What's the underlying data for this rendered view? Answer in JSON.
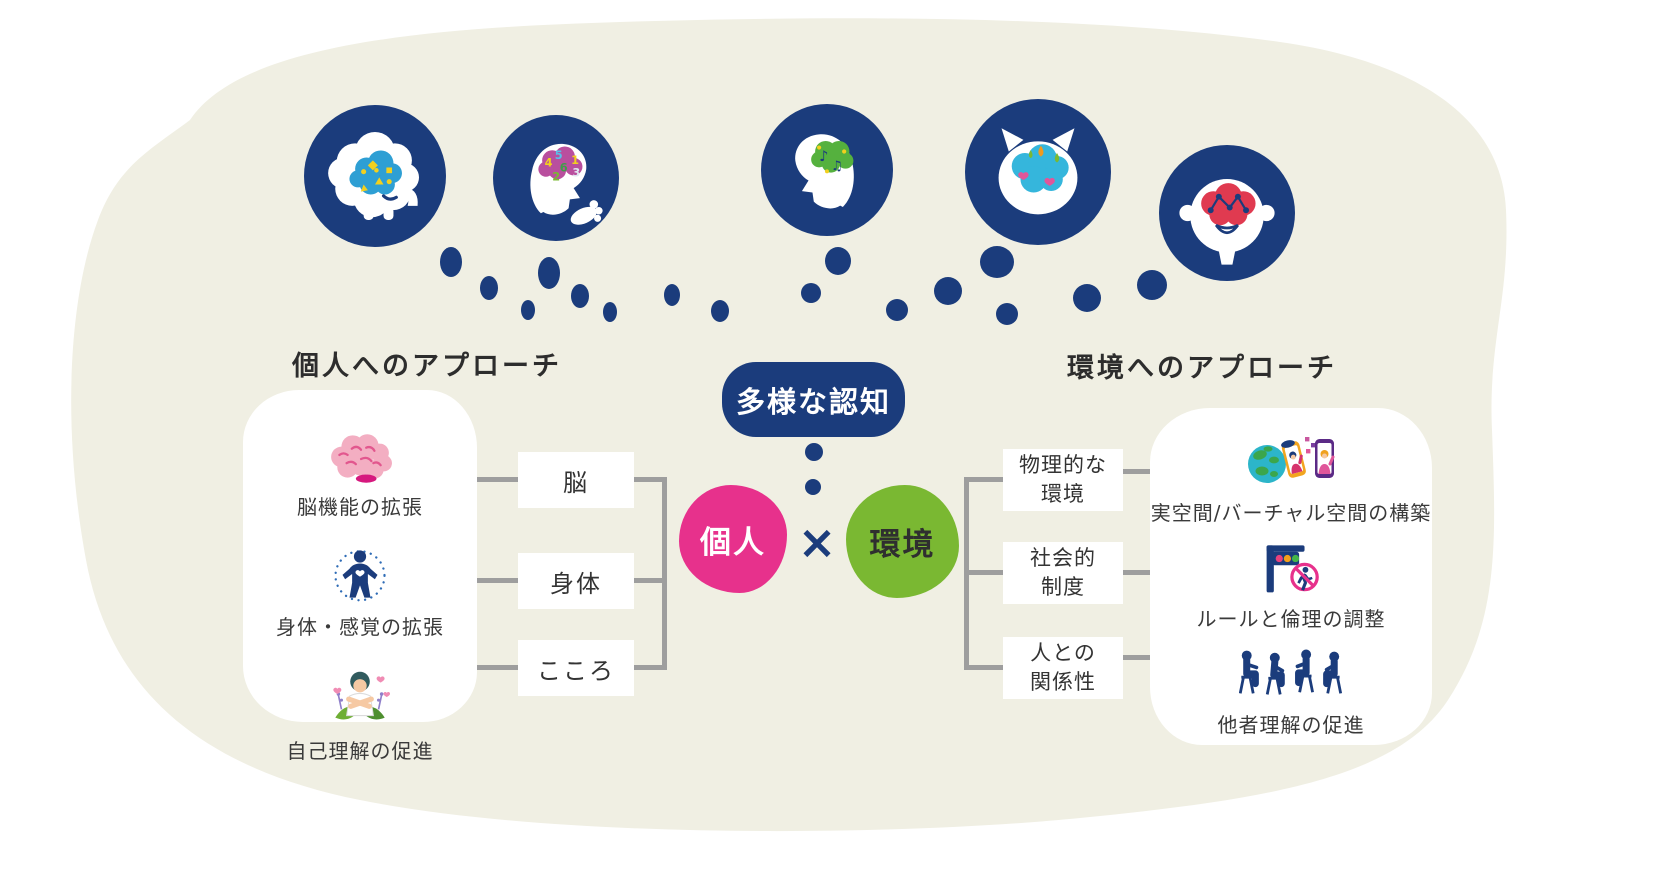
{
  "colors": {
    "navy": "#1b3c7c",
    "pink": "#e7318c",
    "green": "#7ab832",
    "cream_background": "#f0efe3",
    "connector_gray": "#9e9e9e"
  },
  "center": {
    "thought_bubble": "多様な認知",
    "individual": "個人",
    "operator": "×",
    "environment": "環境"
  },
  "individual_approach": {
    "heading": "個人へのアプローチ",
    "items": [
      {
        "icon": "brain-icon",
        "label": "脳機能の拡張"
      },
      {
        "icon": "body-sense-icon",
        "label": "身体・感覚の拡張"
      },
      {
        "icon": "self-understanding-icon",
        "label": "自己理解の促進"
      }
    ],
    "tags": [
      {
        "label": "脳"
      },
      {
        "label": "身体"
      },
      {
        "label": "こころ"
      }
    ]
  },
  "environment_approach": {
    "heading": "環境へのアプローチ",
    "tags": [
      {
        "label": "物理的な\n環境"
      },
      {
        "label": "社会的\n制度"
      },
      {
        "label": "人との\n関係性"
      }
    ],
    "items": [
      {
        "icon": "real-virtual-space-icon",
        "label": "実空間/バーチャル空間の構築"
      },
      {
        "icon": "rules-ethics-icon",
        "label": "ルールと倫理の調整"
      },
      {
        "icon": "others-understanding-icon",
        "label": "他者理解の促進"
      }
    ]
  },
  "top_icons": [
    {
      "name": "shapes-brain-cloud-icon"
    },
    {
      "name": "numbers-brain-head-icon"
    },
    {
      "name": "music-brain-head-icon"
    },
    {
      "name": "emotion-brain-cat-icon"
    },
    {
      "name": "network-brain-face-icon"
    }
  ]
}
